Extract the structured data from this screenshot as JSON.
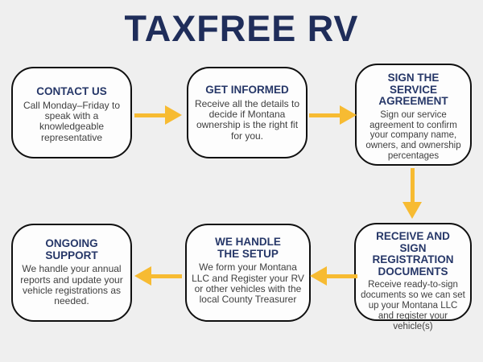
{
  "title": "TAXFREE RV",
  "colors": {
    "background": "#efefef",
    "box_background": "#fdfdfd",
    "box_border": "#101010",
    "title_text": "#1f2d5a",
    "heading_text": "#263768",
    "body_text": "#3f3f3f",
    "arrow": "#f7bb32"
  },
  "steps": [
    {
      "heading": "CONTACT US",
      "body": "Call Monday–Friday to speak with a knowledgeable representative"
    },
    {
      "heading": "GET INFORMED",
      "body": "Receive all the details to decide if Montana ownership is the right fit for you."
    },
    {
      "heading": "SIGN THE SERVICE AGREEMENT",
      "body": "Sign our service agreement to confirm your company name, owners, and ownership percentages"
    },
    {
      "heading": "RECEIVE AND SIGN REGISTRATION DOCUMENTS",
      "body": "Receive ready-to-sign documents so we can set up your Montana LLC and register your vehicle(s)"
    },
    {
      "heading": "WE HANDLE THE SETUP",
      "body": "We form your Montana LLC and Register your RV or other vehicles with the local County Treasurer"
    },
    {
      "heading": "ONGOING SUPPORT",
      "body": "We handle your annual reports and update your vehicle registrations as needed."
    }
  ],
  "arrows": [
    {
      "icon": "arrow-right-icon",
      "direction": "right"
    },
    {
      "icon": "arrow-right-icon",
      "direction": "right"
    },
    {
      "icon": "arrow-down-icon",
      "direction": "down"
    },
    {
      "icon": "arrow-left-icon",
      "direction": "left"
    },
    {
      "icon": "arrow-left-icon",
      "direction": "left"
    }
  ]
}
